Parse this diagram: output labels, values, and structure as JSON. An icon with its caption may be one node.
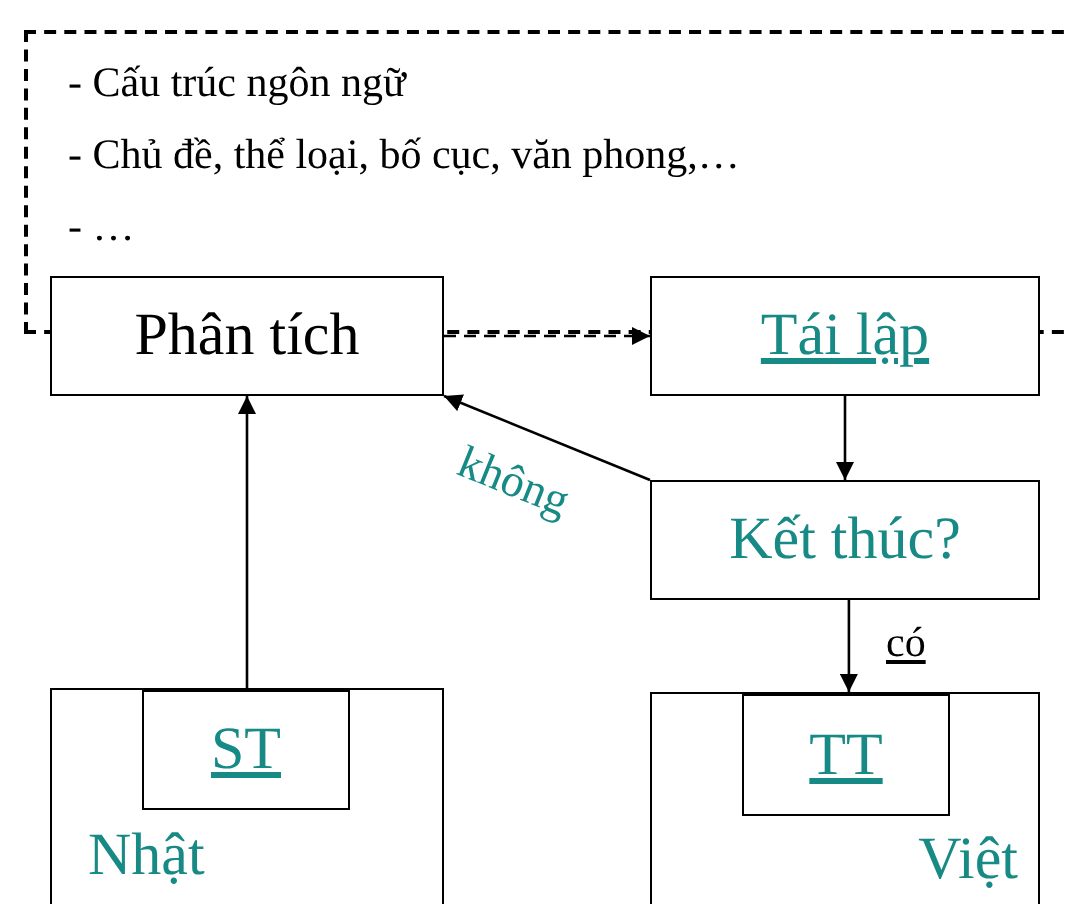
{
  "diagram": {
    "nodes": [
      {
        "text": [
          "- Cấu trúc ngôn ngữ",
          "- Chủ đề, thể loại, bố cục, văn phong,…",
          "- …"
        ]
      },
      {
        "text": [
          "Phân tích"
        ]
      },
      {
        "text": [
          "Tái lập"
        ]
      },
      {
        "text": [
          "Kết thúc?"
        ]
      },
      {
        "text": [
          "Nhật"
        ]
      },
      {
        "text": [
          "ST"
        ],
        "in": 4
      },
      {
        "text": [
          "Việt"
        ]
      },
      {
        "text": [
          "TT"
        ],
        "in": 6
      }
    ],
    "edges": [
      {
        "from": 1,
        "to": 2,
        "arrow": "to",
        "style": "dashed"
      },
      {
        "from": 2,
        "to": 3,
        "arrow": "to"
      },
      {
        "from": 3,
        "to": 1,
        "arrow": "to",
        "label": "không"
      },
      {
        "from": 3,
        "to": 6,
        "arrow": "to",
        "label": "có"
      },
      {
        "from": 4,
        "to": 1,
        "arrow": "to"
      }
    ]
  }
}
